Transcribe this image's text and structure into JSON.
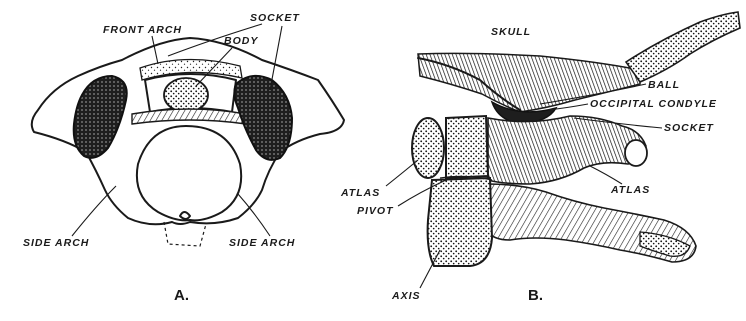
{
  "panel_a": {
    "caption": "A.",
    "labels": {
      "front_arch": "FRONT ARCH",
      "socket": "SOCKET",
      "body": "BODY",
      "side_arch_left": "SIDE ARCH",
      "side_arch_right": "SIDE ARCH"
    }
  },
  "panel_b": {
    "caption": "B.",
    "labels": {
      "skull": "SKULL",
      "ball": "BALL",
      "occipital_condyle": "OCCIPITAL CONDYLE",
      "socket": "SOCKET",
      "atlas_right": "ATLAS",
      "atlas_left": "ATLAS",
      "pivot": "PIVOT",
      "axis": "AXIS"
    }
  }
}
